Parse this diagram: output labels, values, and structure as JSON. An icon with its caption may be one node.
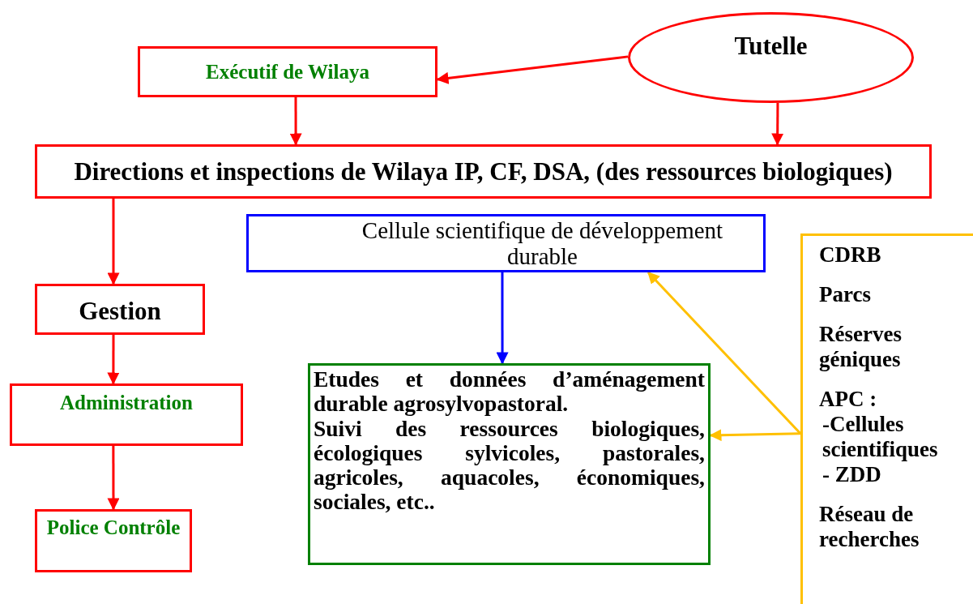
{
  "diagram": {
    "nodes": [
      {
        "text": [
          "Tutelle"
        ]
      },
      {
        "text": [
          "Exécutif de Wilaya"
        ]
      },
      {
        "text": [
          "Directions et inspections de Wilaya IP, CF, DSA, (des ressources biologiques)"
        ]
      },
      {
        "text": [
          "Cellule scientifique de développement durable"
        ]
      },
      {
        "text": [
          "Gestion"
        ]
      },
      {
        "text": [
          "Administration"
        ]
      },
      {
        "text": [
          "Etudes et données d’aménagement durable agrosylvopastoral.",
          "Suivi des ressources biologiques, écologiques sylvicoles, pastorales, agricoles, aquacoles, économiques, sociales, etc.."
        ]
      },
      {
        "text": [
          "Police Contrôle"
        ]
      },
      {
        "text": [
          "CDRB",
          "Parcs",
          "Réserves géniques",
          "APC :",
          "-Cellules scientifiques",
          "- ZDD",
          "Réseau de recherches"
        ]
      }
    ],
    "edges": [
      {
        "from": 0,
        "to": 1,
        "arrow": "to"
      },
      {
        "from": 1,
        "to": 2,
        "arrow": "to"
      },
      {
        "from": 0,
        "to": 2,
        "arrow": "to"
      },
      {
        "from": 2,
        "to": 4,
        "arrow": "to"
      },
      {
        "from": 4,
        "to": 5,
        "arrow": "to"
      },
      {
        "from": 5,
        "to": 7,
        "arrow": "to"
      },
      {
        "from": 3,
        "to": 6,
        "arrow": "to",
        "color": "#0000ff"
      },
      {
        "from": 8,
        "to": 3,
        "arrow": "to",
        "color": "#ffc000"
      },
      {
        "from": 8,
        "to": 6,
        "arrow": "to",
        "color": "#ffc000"
      }
    ]
  }
}
